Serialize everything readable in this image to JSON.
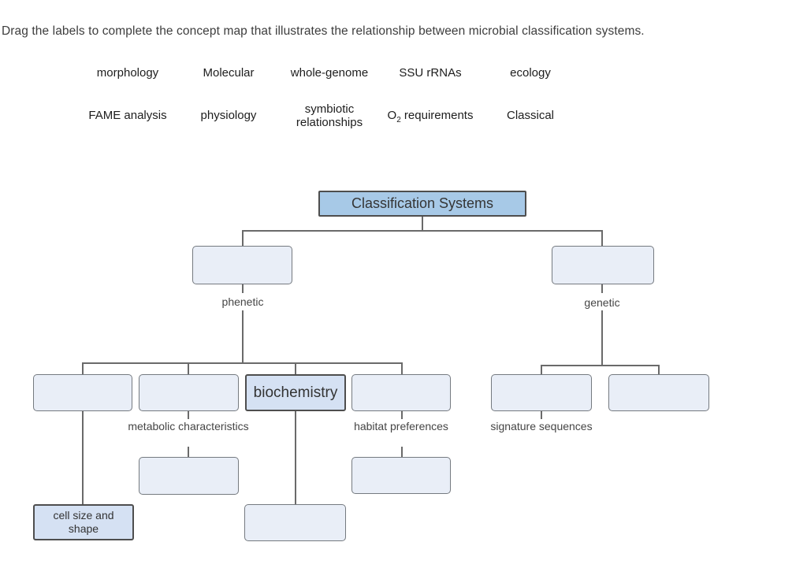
{
  "instruction": "Drag the labels to complete the concept map that illustrates the relationship between microbial classification systems.",
  "word_bank": {
    "row1": [
      "morphology",
      "Molecular",
      "whole-genome",
      "SSU rRNAs",
      "ecology"
    ],
    "row2": [
      "FAME analysis",
      "physiology",
      "symbiotic\nrelationships",
      {
        "base": "O",
        "sub": "2",
        "rest": " requirements"
      },
      "Classical"
    ]
  },
  "concept_map": {
    "root": "Classification Systems",
    "branch_labels": {
      "left": "phenetic",
      "right": "genetic"
    },
    "placed_labels": {
      "biochemistry": "biochemistry",
      "cell_size": "cell size and\nshape"
    },
    "category_labels": {
      "metabolic": "metabolic\ncharacteristics",
      "habitat": "habitat\npreferences",
      "signature": "signature\nsequences"
    }
  },
  "colors": {
    "root_fill": "#a7c9e7",
    "placed_fill": "#d5e1f3",
    "slot_fill": "#e9eef7",
    "dark_border": "#4e4e4e",
    "slot_border": "#757a80",
    "connector_line": "#6a6a6a",
    "text": "#3d3d3d"
  }
}
